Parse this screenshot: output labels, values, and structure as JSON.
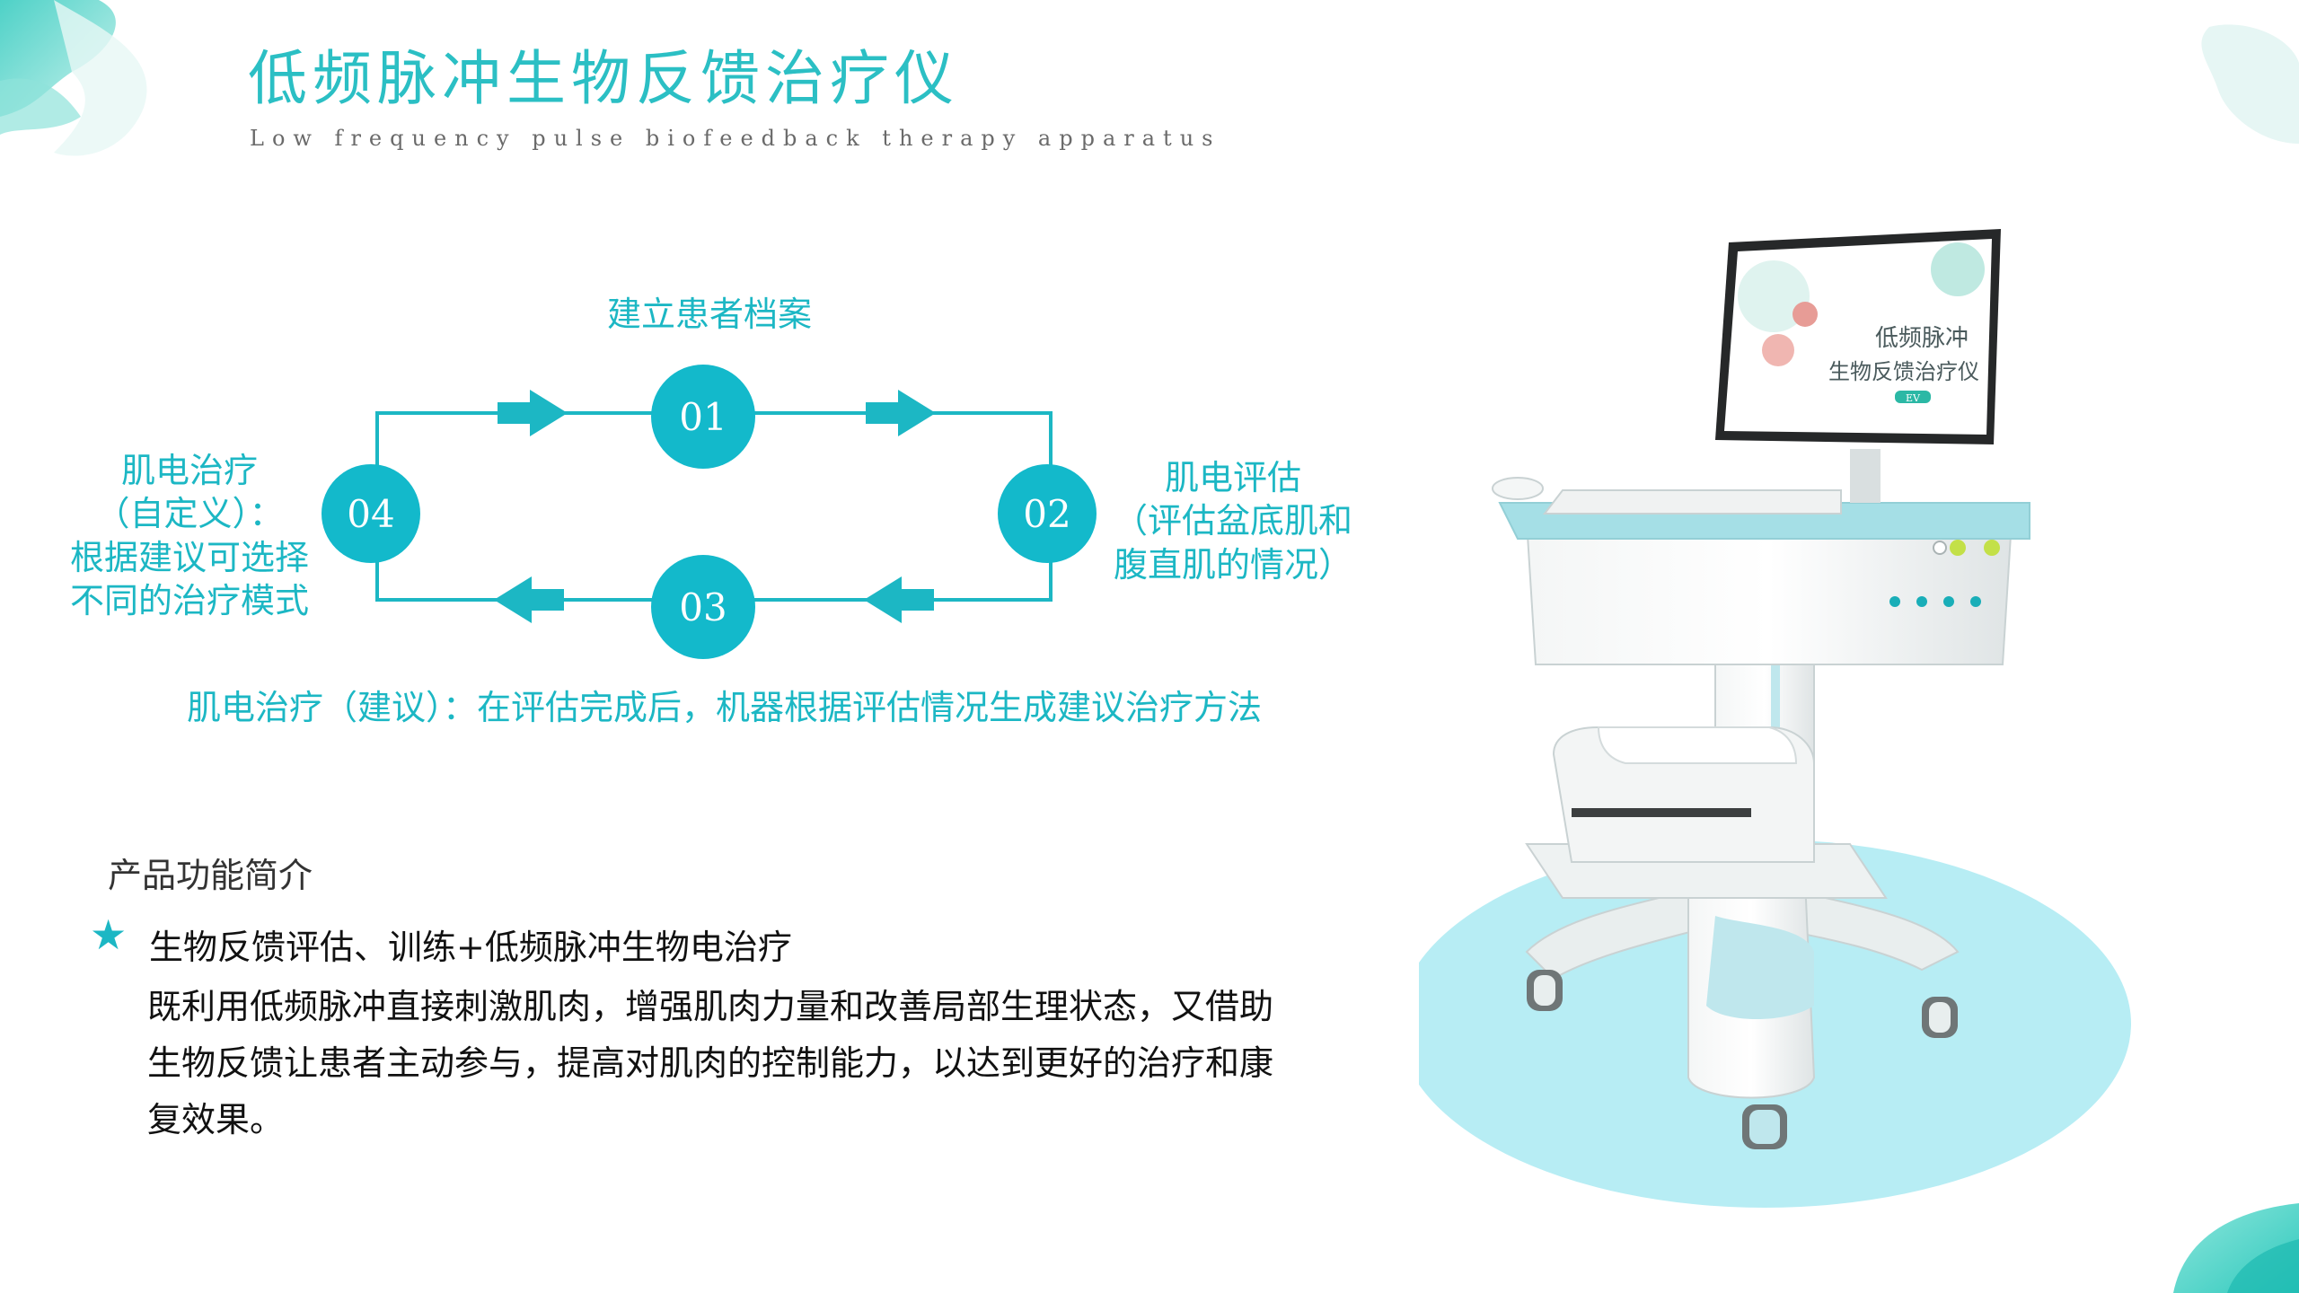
{
  "header": {
    "title": "低频脉冲生物反馈治疗仪",
    "subtitle": "Low frequency pulse biofeedback therapy apparatus"
  },
  "flow": {
    "nodes": [
      "01",
      "02",
      "03",
      "04"
    ],
    "top_label": "建立患者档案",
    "right_label": [
      "肌电评估",
      "（评估盆底肌和",
      "腹直肌的情况）"
    ],
    "left_label": [
      "肌电治疗",
      "（自定义）：",
      "根据建议可选择",
      "不同的治疗模式"
    ],
    "bottom_label": "肌电治疗（建议）：在评估完成后，机器根据评估情况生成建议治疗方法"
  },
  "intro": {
    "section_title": "产品功能简介",
    "feature": "生物反馈评估、训练+低频脉冲生物电治疗",
    "description_lines": [
      "既利用低频脉冲直接刺激肌肉，增强肌肉力量和改善局部生理状态，又借助",
      "生物反馈让患者主动参与，提高对肌肉的控制能力，以达到更好的治疗和康",
      "复效果。"
    ]
  },
  "device": {
    "screen_text": [
      "低频脉冲",
      "生物反馈治疗仪"
    ],
    "screen_badge": "EV"
  },
  "colors": {
    "accent": "#1cb7c4",
    "title": "#2bbfc4",
    "ellipse": "#b7edf4"
  }
}
